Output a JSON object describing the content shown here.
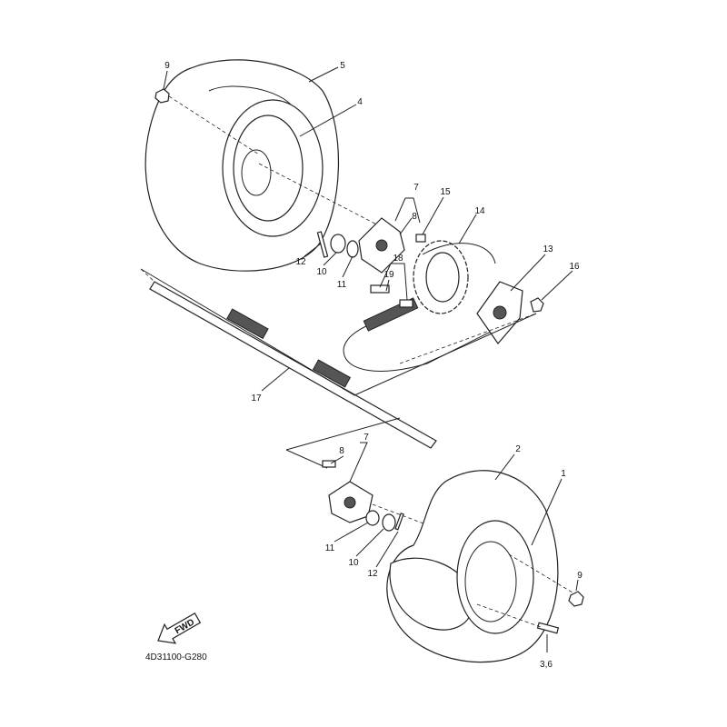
{
  "diagram_code": "4D31100-G280",
  "fwd_label": "FWD",
  "callouts": {
    "c9a": "9",
    "c5": "5",
    "c4": "4",
    "c7a": "7",
    "c8a": "8",
    "c15": "15",
    "c14": "14",
    "c13": "13",
    "c16": "16",
    "c12a": "12",
    "c10a": "10",
    "c11a": "11",
    "c18": "18",
    "c19": "19",
    "c17": "17",
    "c7b": "7",
    "c8b": "8",
    "c2": "2",
    "c1": "1",
    "c11b": "11",
    "c10b": "10",
    "c12b": "12",
    "c9b": "9",
    "c36": "3,6"
  }
}
